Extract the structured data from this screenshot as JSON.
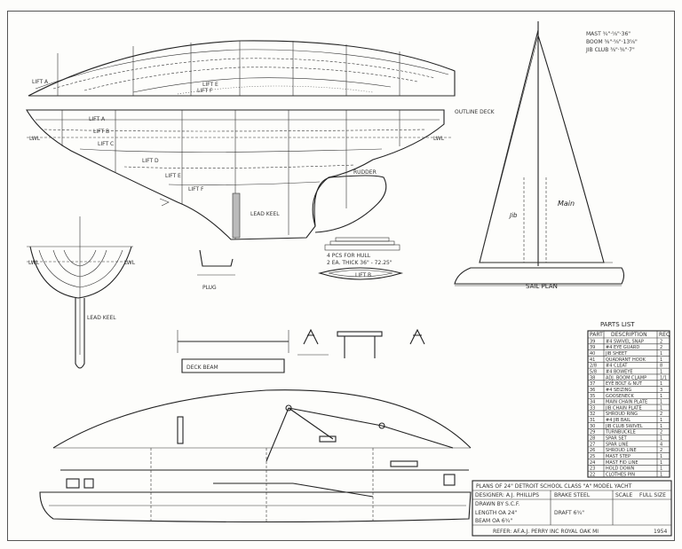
{
  "spar_table": {
    "mast": "MAST  ¾\"·⅝\"·36\"",
    "boom": "BOOM  ⅜\"·⅝\"·13⅝\"",
    "jib_club": "JIB CLUB  ⅜\"·⅜\"·7\""
  },
  "lines": {
    "lift_labels": [
      "LIFT A",
      "LIFT B",
      "LIFT C",
      "LIFT D",
      "LIFT E",
      "LIFT F"
    ],
    "lwl": "LWL",
    "lead_keel": "LEAD KEEL",
    "outline_deck": "OUTLINE DECK",
    "rudder": "RUDDER"
  },
  "sail_plan": {
    "title": "SAIL PLAN",
    "main_label": "Main",
    "jib_label": "Jib"
  },
  "lift_detail": {
    "label": "LIFT B",
    "note": "2 EA. THICK 36\" - 72.25\"",
    "note2": "4 PCS FOR HULL"
  },
  "details": {
    "lead_keel_section": "LEAD KEEL",
    "plug_label": "PLUG",
    "deck_frame": "DECK BEAM"
  },
  "parts_list": {
    "title": "PARTS  LIST",
    "headers": [
      "PART",
      "DESCRIPTION",
      "REQ"
    ],
    "rows": [
      [
        "39",
        "#4 SWIVEL SNAP",
        "2"
      ],
      [
        "39",
        "#4 EYE GUARD",
        "2"
      ],
      [
        "40",
        "JIB SHEET",
        "1"
      ],
      [
        "41",
        "QUADRANT HOOK",
        "1"
      ],
      [
        "2/8",
        "#4 CLEAT",
        "8"
      ],
      [
        "5/8",
        "#4 BOWEYE",
        "1"
      ],
      [
        "38",
        "ADJ. BOOM CLAMP",
        "1/1"
      ],
      [
        "37",
        "EYE BOLT & NUT",
        "1"
      ],
      [
        "36",
        "#4 SEIZING",
        "3"
      ],
      [
        "35",
        "GOOSENECK",
        "1"
      ],
      [
        "34",
        "MAIN CHAIN PLATE",
        "1"
      ],
      [
        "33",
        "JIB CHAIN PLATE",
        "1"
      ],
      [
        "32",
        "SHROUD RING",
        "2"
      ],
      [
        "31",
        "#4 JIB BAIL",
        "1"
      ],
      [
        "30",
        "JIB CLUB SWIVEL",
        "1"
      ],
      [
        "29",
        "TURNBUCKLE",
        "2"
      ],
      [
        "28",
        "SPAR SET",
        "1"
      ],
      [
        "27",
        "SPAR LINE",
        "4"
      ],
      [
        "26",
        "SHROUD LINE",
        "2"
      ],
      [
        "25",
        "MAST STEP",
        "1"
      ],
      [
        "24",
        "MAST FID LINE",
        "1"
      ],
      [
        "23",
        "HOLD DOWN",
        "1"
      ],
      [
        "22",
        "CLOTHES PIN",
        "1"
      ]
    ]
  },
  "title_block": {
    "line1": "PLANS OF 24\" DETROIT SCHOOL CLASS \"A\" MODEL YACHT",
    "line2_left": "DESIGNER: A.J. PHILLIPS",
    "line2_mid": "BRAKE STEEL",
    "line2_right": "SCALE",
    "line2_right_val": "FULL SIZE",
    "line3_left": "DRAWN BY  S.C.F.",
    "line4_left": "LENGTH  OA 24\"",
    "line4_mid": "DRAFT  6¾\"",
    "line5_left": "BEAM  OA 6¾\"",
    "line6": "REFER:  AF.A.J. PERRY INC  ROYAL OAK MI",
    "year": "1954"
  }
}
